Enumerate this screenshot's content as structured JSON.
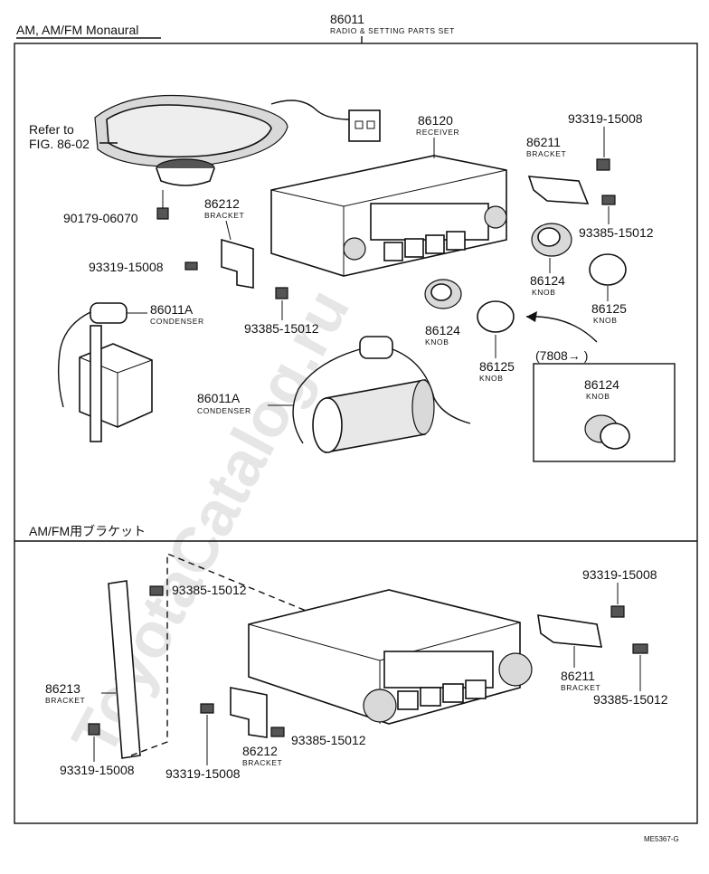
{
  "sections": {
    "top_title": "AM, AM/FM Monaural",
    "bottom_title": "AM/FM用ブラケット"
  },
  "set": {
    "number": "86011",
    "name": "RADIO & SETTING PARTS SET"
  },
  "reference": {
    "line1": "Refer to",
    "line2": "FIG. 86-02"
  },
  "inset": {
    "label": "(7808→         )"
  },
  "watermark": "ToyotaCatalog.ru",
  "figure_code": "ME5367-G",
  "labels": {
    "receiver": {
      "number": "86120",
      "name": "RECEIVER"
    },
    "screw_90179": {
      "number": "90179-06070"
    },
    "bracket_86212_top": {
      "number": "86212",
      "name": "BRACKET"
    },
    "screw_93319_top_left": {
      "number": "93319-15008"
    },
    "screw_93385_top_mid": {
      "number": "93385-15012"
    },
    "condenser_left": {
      "number": "86011A",
      "name": "CONDENSER"
    },
    "condenser_mid": {
      "number": "86011A",
      "name": "CONDENSER"
    },
    "knob_86124_mid": {
      "number": "86124",
      "name": "KNOB"
    },
    "knob_86125_mid": {
      "number": "86125",
      "name": "KNOB"
    },
    "screw_93319_top_right": {
      "number": "93319-15008"
    },
    "bracket_86211_top": {
      "number": "86211",
      "name": "BRACKET"
    },
    "screw_93385_top_right": {
      "number": "93385-15012"
    },
    "knob_86124_right": {
      "number": "86124",
      "name": "KNOB"
    },
    "knob_86125_right": {
      "number": "86125",
      "name": "KNOB"
    },
    "knob_86124_inset": {
      "number": "86124",
      "name": "KNOB"
    },
    "screw_93385_bottom_top": {
      "number": "93385-15012"
    },
    "bracket_86213": {
      "number": "86213",
      "name": "BRACKET"
    },
    "screw_93319_bottom_left": {
      "number": "93319-15008"
    },
    "screw_93319_bottom_mid": {
      "number": "93319-15008"
    },
    "bracket_86212_bottom": {
      "number": "86212",
      "name": "BRACKET"
    },
    "screw_93385_bottom_mid": {
      "number": "93385-15012"
    },
    "screw_93319_bottom_right": {
      "number": "93319-15008"
    },
    "bracket_86211_bottom": {
      "number": "86211",
      "name": "BRACKET"
    },
    "screw_93385_bottom_right": {
      "number": "93385-15012"
    }
  }
}
